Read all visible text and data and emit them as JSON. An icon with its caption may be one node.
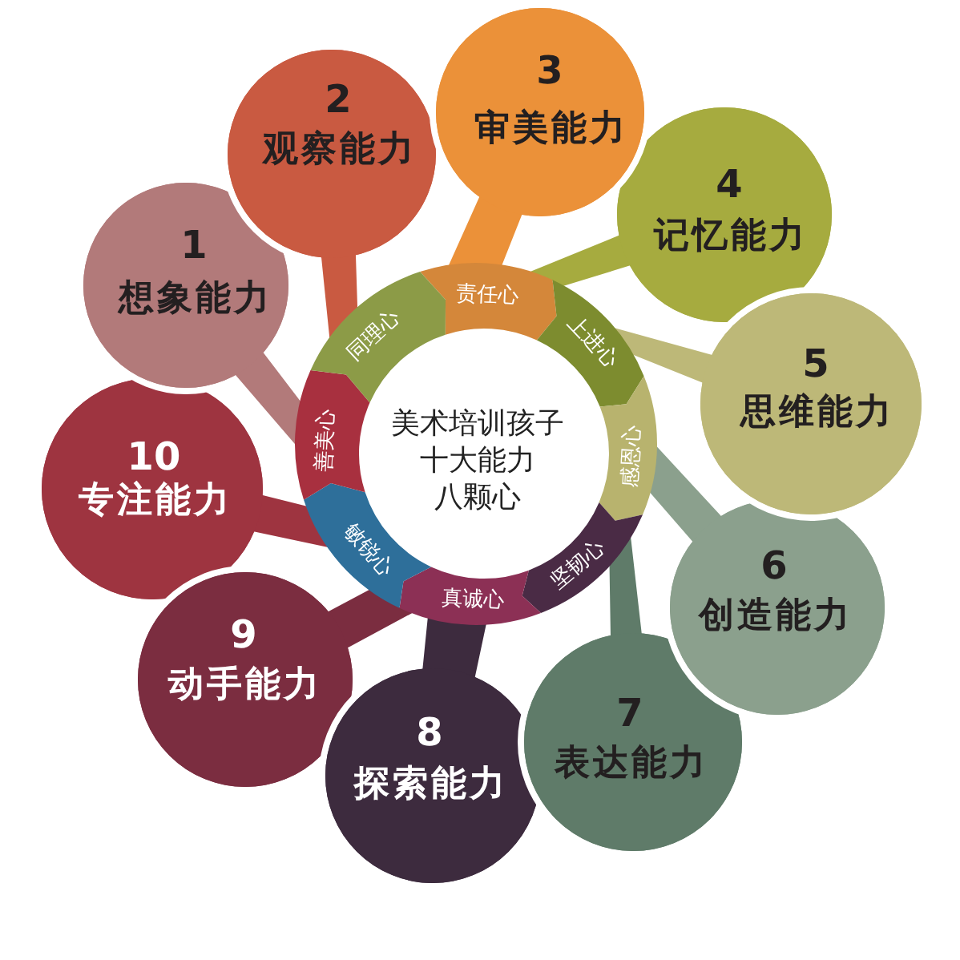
{
  "diagram": {
    "nodes": [
      {
        "text": [
          "美术培训孩子",
          "十大能力",
          "八颗心"
        ]
      },
      {
        "text": [
          "责任心"
        ]
      },
      {
        "text": [
          "上进心"
        ]
      },
      {
        "text": [
          "感恩心"
        ]
      },
      {
        "text": [
          "坚韧心"
        ]
      },
      {
        "text": [
          "真诚心"
        ]
      },
      {
        "text": [
          "敏锐心"
        ]
      },
      {
        "text": [
          "善美心"
        ]
      },
      {
        "text": [
          "同理心"
        ]
      },
      {
        "text": [
          "1",
          "想象能力"
        ]
      },
      {
        "text": [
          "2",
          "观察能力"
        ]
      },
      {
        "text": [
          "3",
          "审美能力"
        ]
      },
      {
        "text": [
          "4",
          "记忆能力"
        ]
      },
      {
        "text": [
          "5",
          "思维能力"
        ]
      },
      {
        "text": [
          "6",
          "创造能力"
        ]
      },
      {
        "text": [
          "7",
          "表达能力"
        ]
      },
      {
        "text": [
          "8",
          "探索能力"
        ]
      },
      {
        "text": [
          "9",
          "动手能力"
        ]
      },
      {
        "text": [
          "10",
          "专注能力"
        ]
      }
    ]
  }
}
